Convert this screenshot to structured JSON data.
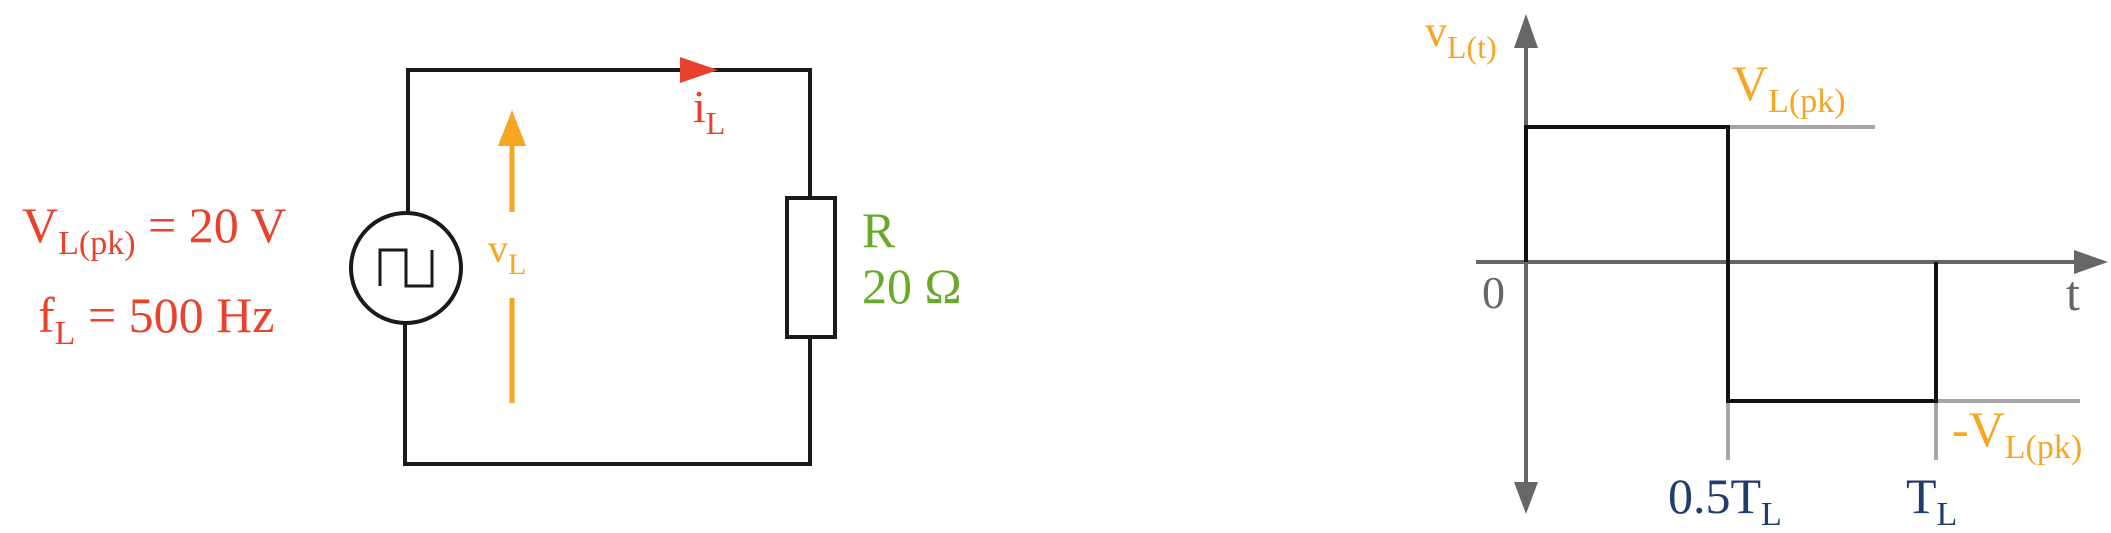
{
  "colors": {
    "wire": "#1a1a1a",
    "source_label": "#e8412c",
    "current": "#e8412c",
    "voltage": "#f5a623",
    "resistor": "#6aaa2a",
    "axis": "#666666",
    "guide": "#a6a6a6",
    "time_label": "#1f3e6e",
    "waveform": "#111111"
  },
  "circuit": {
    "source": {
      "peak_voltage": {
        "symbol": "V",
        "subscript": "L(pk)",
        "value": " = 20 V"
      },
      "frequency": {
        "symbol": "f",
        "subscript": "L",
        "value": " = 500 Hz"
      }
    },
    "voltage_label": {
      "symbol": "v",
      "subscript": "L"
    },
    "current_label": {
      "symbol": "i",
      "subscript": "L"
    },
    "resistor": {
      "name": "R",
      "value": "20 Ω"
    }
  },
  "graph": {
    "y_axis_label": {
      "symbol": "v",
      "subscript": "L(t)"
    },
    "x_axis_label": "t",
    "origin_label": "0",
    "high_level_label": {
      "symbol": "V",
      "subscript": "L(pk)"
    },
    "low_level_label": {
      "symbol": "-V",
      "subscript": "L(pk)"
    },
    "half_period_label": {
      "symbol": "0.5T",
      "subscript": "L"
    },
    "period_label": {
      "symbol": "T",
      "subscript": "L"
    },
    "waveform": {
      "type": "square",
      "amplitude": 20,
      "frequency_hz": 500,
      "points": [
        [
          0,
          20
        ],
        [
          0.5,
          20
        ],
        [
          0.5,
          -20
        ],
        [
          1.0,
          -20
        ]
      ]
    }
  }
}
